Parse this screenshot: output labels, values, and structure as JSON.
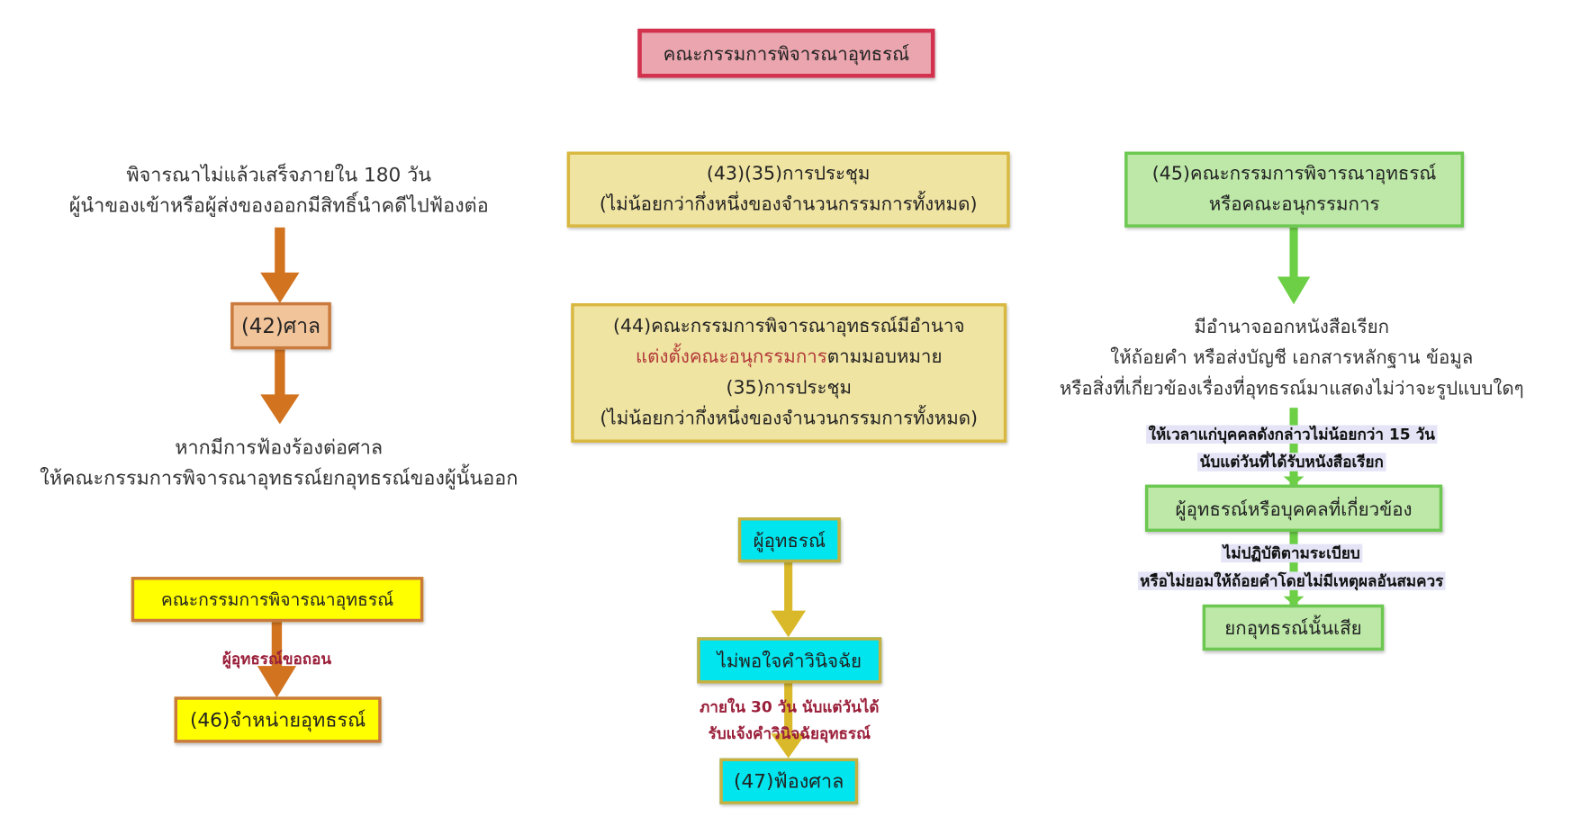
{
  "title": "คณะกรรมการพิจารณาอุทธรณ์",
  "left": {
    "top_text": [
      "พิจารณาไม่แล้วเสร็จภายใน 180 วัน",
      "ผู้นำของเข้าหรือผู้ส่งของออกมีสิทธิ์นำคดีไปฟ้องต่อ"
    ],
    "court_box": "(42)ศาล",
    "bottom_text": [
      "หากมีการฟ้องร้องต่อศาล",
      "ให้คณะกรรมการพิจารณาอุทธรณ์ยกอุทธรณ์ของผู้นั้นออก"
    ],
    "committee_box": "คณะกรรมการพิจารณาอุทธรณ์",
    "withdraw_label": "ผู้อุทธรณ์ขอถอน",
    "dispose_box": "(46)จำหน่ายอุทธรณ์"
  },
  "middle": {
    "box43": [
      "(43)(35)การประชุม",
      "(ไม่น้อยกว่ากึ่งหนึ่งของจำนวนกรรมการทั้งหมด)"
    ],
    "box44": {
      "line1": "(44)คณะกรรมการพิจารณาอุทธรณ์มีอำนาจ",
      "line2_highlight": "แต่งตั้งคณะอนุกรรมการ",
      "line2_rest": "ตามมอบหมาย",
      "line3": "(35)การประชุม",
      "line4": "(ไม่น้อยกว่ากึ่งหนึ่งของจำนวนกรรมการทั้งหมด)"
    },
    "appellant_box": "ผู้อุทธรณ์",
    "dissatisfied_box": "ไม่พอใจคำวินิจฉัย",
    "deadline_label": [
      "ภายใน 30 วัน นับแต่วันได้",
      "รับแจ้งคำวินิจฉัยอุทธรณ์"
    ],
    "sue_box": "(47)ฟ้องศาล"
  },
  "right": {
    "box45": [
      "(45)คณะกรรมการพิจารณาอุทธรณ์",
      "หรือคณะอนุกรรมการ"
    ],
    "power_text": [
      "มีอำนาจออกหนังสือเรียก",
      "ให้ถ้อยคำ หรือส่งบัญชี เอกสารหลักฐาน ข้อมูล",
      "หรือสิ่งที่เกี่ยวข้องเรื่องที่อุทธรณ์มาแสดงไม่ว่าจะรูปแบบใดๆ"
    ],
    "time_label": [
      "ให้เวลาแก่บุคคลดังกล่าวไม่น้อยกว่า 15 วัน",
      "นับแต่วันที่ได้รับหนังสือเรียก"
    ],
    "person_box": "ผู้อุทธรณ์หรือบุคคลที่เกี่ยวข้อง",
    "noncompliance_label": [
      "ไม่ปฏิบัติตามระเบียบ",
      "หรือไม่ยอมให้ถ้อยคำโดยไม่มีเหตุผลอันสมควร"
    ],
    "dismiss_box": "ยกอุทธรณ์นั้นเสีย"
  },
  "colors": {
    "orange": "#d2731f",
    "green": "#6ccf45",
    "gold": "#d9b92a",
    "red_text": "#b23a3a"
  }
}
